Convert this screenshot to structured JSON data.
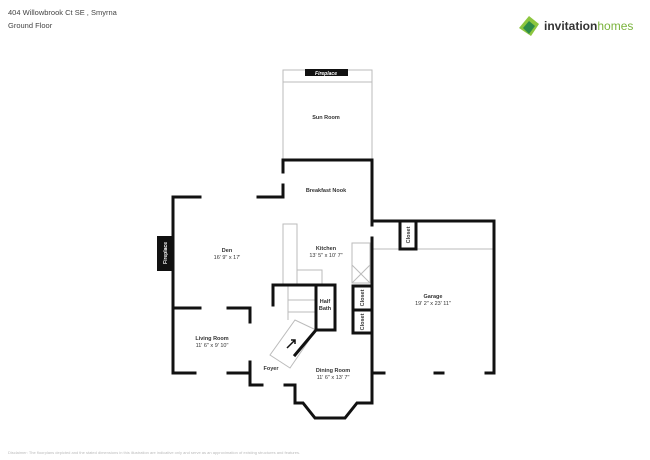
{
  "header": {
    "address": "404 Willowbrook Ct SE , Smyrna",
    "floor": "Ground Floor"
  },
  "logo": {
    "text_part1": "invitation",
    "text_part2": "homes",
    "brand_color": "#7ab33c",
    "brand_color_dark": "#2e8b4a"
  },
  "rooms": {
    "sun_room": {
      "name": "Sun Room"
    },
    "fireplace_top": {
      "name": "Fireplace"
    },
    "breakfast_nook": {
      "name": "Breakfast Nook"
    },
    "den": {
      "name": "Den",
      "dims": "16' 9\" x 17'"
    },
    "fireplace_left": {
      "name": "Fireplace"
    },
    "kitchen": {
      "name": "Kitchen",
      "dims": "13' 5\" x 10' 7\""
    },
    "half_bath": {
      "name1": "Half",
      "name2": "Bath"
    },
    "closet_a": {
      "name": "Closet"
    },
    "closet_b": {
      "name": "Closet"
    },
    "closet_c": {
      "name": "Closet"
    },
    "garage": {
      "name": "Garage",
      "dims": "19' 2\" x 23' 11\""
    },
    "living_room": {
      "name": "Living Room",
      "dims": "11' 6\" x 9' 10\""
    },
    "foyer": {
      "name": "Foyer"
    },
    "dining_room": {
      "name": "Dining Room",
      "dims": "11' 6\" x 13' 7\""
    }
  },
  "disclaimer": {
    "line1": "Disclaimer: The floorplans depicted and the stated dimensions in this illustration are indicative only and serve as an approximation of existing structures and features."
  }
}
